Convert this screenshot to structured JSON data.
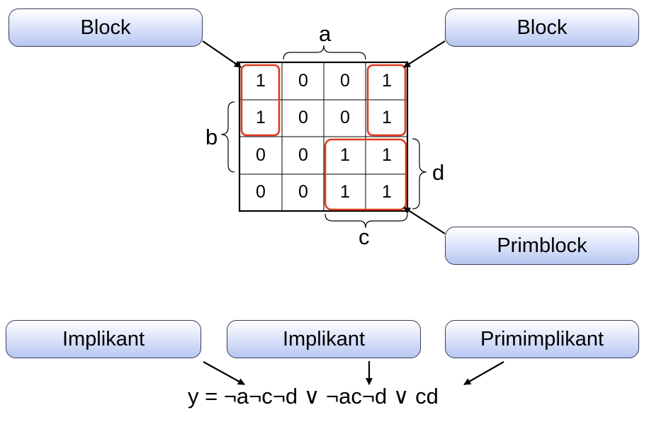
{
  "labels": {
    "block_left": "Block",
    "block_right": "Block",
    "primblock": "Primblock",
    "implikant_1": "Implikant",
    "implikant_2": "Implikant",
    "primimplikant": "Primimplikant"
  },
  "kmap": {
    "var_a": "a",
    "var_b": "b",
    "var_c": "c",
    "var_d": "d",
    "rows": [
      [
        "1",
        "0",
        "0",
        "1"
      ],
      [
        "1",
        "0",
        "0",
        "1"
      ],
      [
        "0",
        "0",
        "1",
        "1"
      ],
      [
        "0",
        "0",
        "1",
        "1"
      ]
    ],
    "highlight_color": "#e03a1e"
  },
  "formula": "y = ¬a¬c¬d ∨ ¬ac¬d ∨ cd"
}
